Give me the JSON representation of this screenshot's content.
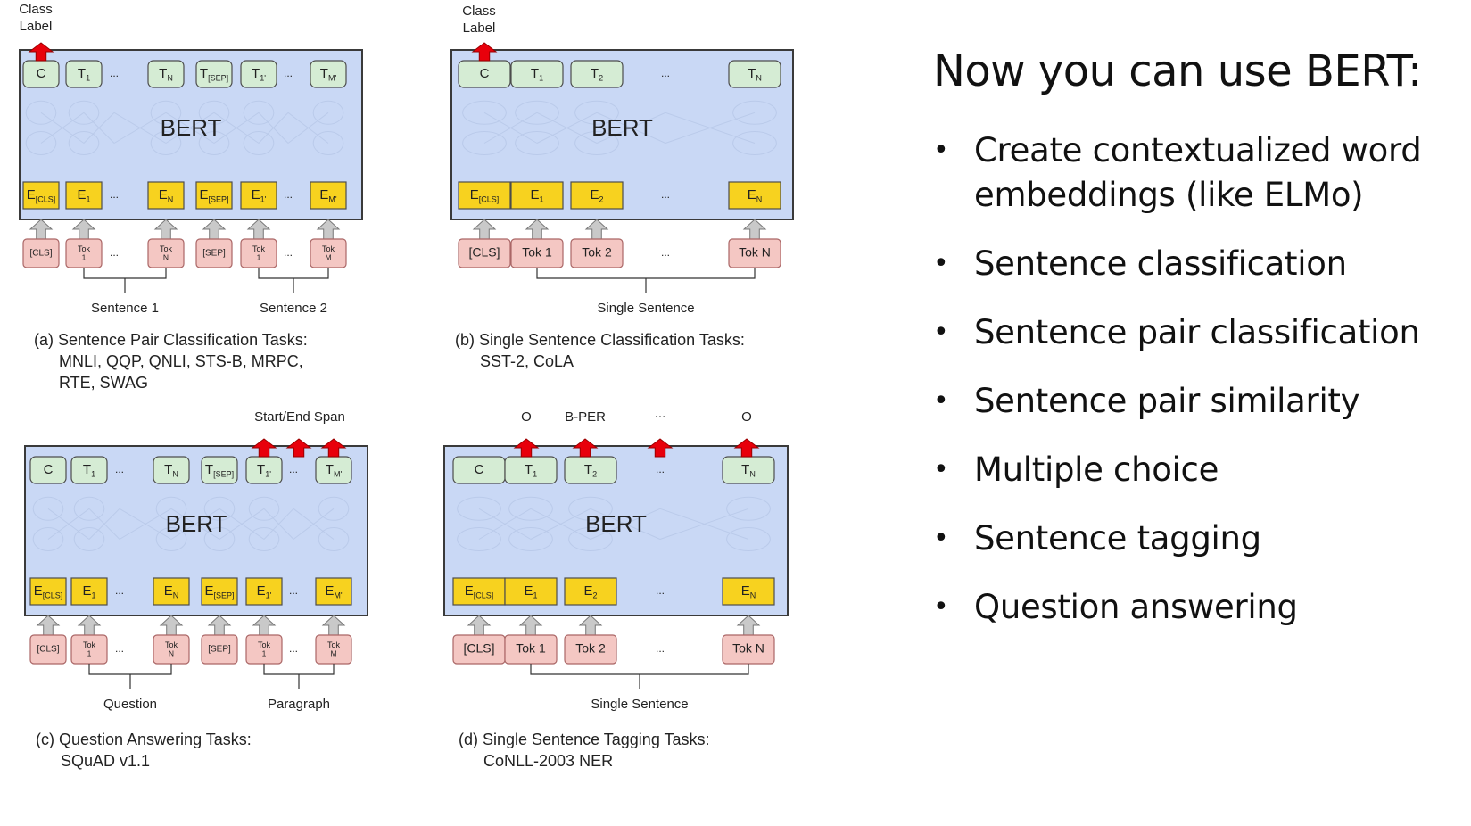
{
  "slide": {
    "title": "Now you can use BERT:",
    "bullets": [
      "Create contextualized word embeddings (like ELMo)",
      "Sentence classification",
      "Sentence pair classification",
      "Sentence pair similarity",
      "Multiple choice",
      "Sentence tagging",
      "Question answering"
    ],
    "bullet_glyph": "•"
  },
  "colors": {
    "bert_box": "#c9d8f5",
    "bert_border": "#3a3a3a",
    "output_token": "#d5ecd4",
    "embedding": "#f7d21f",
    "input_token": "#f4c7c3",
    "arrow_out": "#e8000b",
    "arrow_in": "#c9c9c9"
  },
  "diagram": {
    "model_name": "BERT",
    "ellipsis": "...",
    "class_label": "Class\nLabel",
    "panel_a": {
      "caption": [
        "(a) Sentence Pair Classification Tasks:",
        "MNLI, QQP, QNLI, STS-B, MRPC,",
        "RTE, SWAG"
      ],
      "group_labels": [
        "Sentence 1",
        "Sentence 2"
      ]
    },
    "panel_b": {
      "caption": [
        "(b) Single Sentence Classification Tasks:",
        "SST-2, CoLA"
      ],
      "group_labels": [
        "Single Sentence"
      ]
    },
    "panel_c": {
      "caption": [
        "(c) Question Answering Tasks:",
        "SQuAD v1.1"
      ],
      "group_labels": [
        "Question",
        "Paragraph"
      ],
      "top_label": "Start/End Span"
    },
    "panel_d": {
      "caption": [
        "(d) Single Sentence Tagging Tasks:",
        "CoNLL-2003 NER"
      ],
      "group_labels": [
        "Single Sentence"
      ],
      "tag_labels": [
        "O",
        "B-PER",
        "...",
        "O"
      ]
    },
    "pair_tokens": {
      "outputs": [
        [
          "C",
          ""
        ],
        [
          "T",
          "1"
        ],
        [
          "...",
          ""
        ],
        [
          "T",
          "N"
        ],
        [
          "T",
          "[SEP]"
        ],
        [
          "T",
          "1'"
        ],
        [
          "...",
          ""
        ],
        [
          "T",
          "M'"
        ]
      ],
      "embeddings": [
        [
          "E",
          "[CLS]"
        ],
        [
          "E",
          "1"
        ],
        [
          "...",
          ""
        ],
        [
          "E",
          "N"
        ],
        [
          "E",
          "[SEP]"
        ],
        [
          "E",
          "1'"
        ],
        [
          "...",
          ""
        ],
        [
          "E",
          "M'"
        ]
      ],
      "inputs": [
        [
          "[CLS]",
          ""
        ],
        [
          "Tok",
          "1"
        ],
        [
          "...",
          ""
        ],
        [
          "Tok",
          "N"
        ],
        [
          "[SEP]",
          ""
        ],
        [
          "Tok",
          "1"
        ],
        [
          "...",
          ""
        ],
        [
          "Tok",
          "M"
        ]
      ]
    },
    "single_tokens": {
      "outputs": [
        [
          "C",
          ""
        ],
        [
          "T",
          "1"
        ],
        [
          "T",
          "2"
        ],
        [
          "...",
          ""
        ],
        [
          "T",
          "N"
        ]
      ],
      "embeddings": [
        [
          "E",
          "[CLS]"
        ],
        [
          "E",
          "1"
        ],
        [
          "E",
          "2"
        ],
        [
          "...",
          ""
        ],
        [
          "E",
          "N"
        ]
      ],
      "inputs": [
        [
          "[CLS]",
          ""
        ],
        [
          "Tok 1",
          ""
        ],
        [
          "Tok 2",
          ""
        ],
        [
          "...",
          ""
        ],
        [
          "Tok N",
          ""
        ]
      ]
    }
  }
}
